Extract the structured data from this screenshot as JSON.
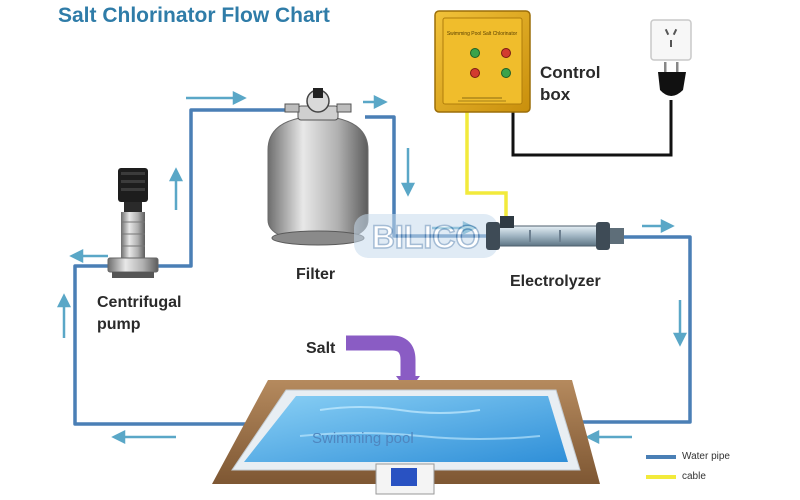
{
  "title": "Salt Chlorinator Flow Chart",
  "labels": {
    "control_box_line1": "Control",
    "control_box_line2": "box",
    "filter": "Filter",
    "electrolyzer": "Electrolyzer",
    "pump_line1": "Centrifugal",
    "pump_line2": "pump",
    "salt": "Salt",
    "pool": "Swimming pool"
  },
  "watermark": "BILICO",
  "control_box_panel_text": "Swimming Pool Salt Chlorinator",
  "legend": [
    {
      "label": "Water pipe",
      "color": "#4a7fb5"
    },
    {
      "label": "cable",
      "color": "#f2ea3b"
    }
  ],
  "colors": {
    "water_pipe": "#4a7fb5",
    "flow_arrow": "#5aa7c7",
    "signal_cable": "#f2ea3b",
    "power_cable": "#111111",
    "salt_pipe": "#8a5cc4",
    "pool_water": "#4fa8e6",
    "control_box": "#e3a816",
    "title": "#2f7ca8"
  }
}
